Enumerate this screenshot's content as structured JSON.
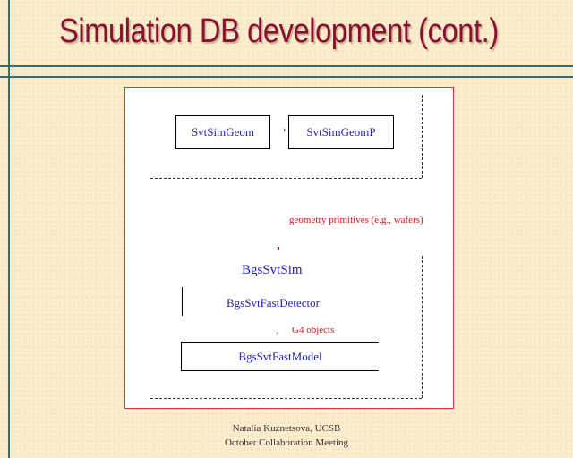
{
  "slide": {
    "title": "Simulation DB development (cont.)"
  },
  "diagram": {
    "boxes": {
      "svt_sim_geom": "SvtSimGeom",
      "svt_sim_geom_p": "SvtSimGeomP",
      "bgs_svt_fast_model": "BgsSvtFastModel"
    },
    "labels": {
      "geometry_primitives": "geometry primitives (e.g., wafers)",
      "bgs_svt_sim": "BgsSvtSim",
      "bgs_svt_fast_detector": "BgsSvtFastDetector",
      "g4_objects": "G4 objects"
    },
    "colors": {
      "border": "#d9333a",
      "class_text": "#2323b4",
      "annotation_text": "#d4141c"
    }
  },
  "footer": {
    "author": "Natalia Kuznetsova, UCSB",
    "event": "October Collaboration Meeting"
  },
  "theme": {
    "background": "#fbeccb",
    "title_color": "#8b1030",
    "rule_color": "#2f6f73"
  }
}
